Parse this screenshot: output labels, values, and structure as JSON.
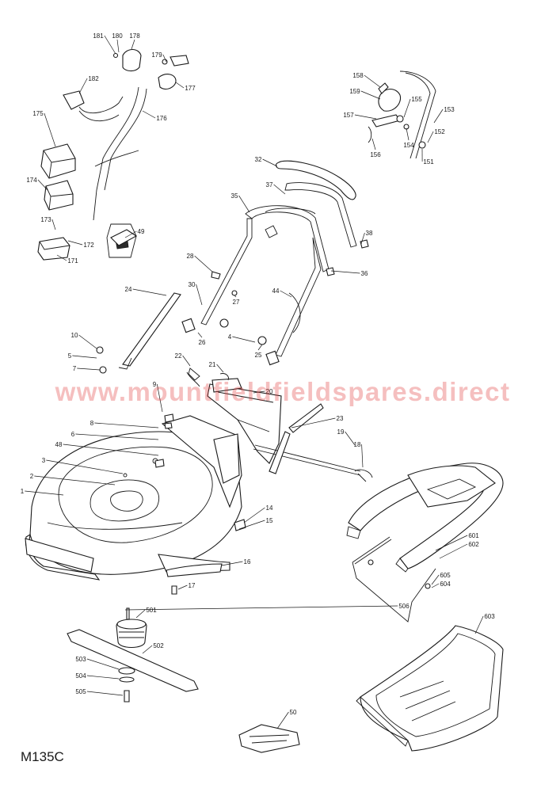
{
  "watermark": "www.mountfieldfieldspares.direct",
  "model_code": "M135C",
  "colors": {
    "watermark": "#e23a3a",
    "line": "#1a1a1a",
    "background": "#ffffff"
  },
  "callouts": [
    "181",
    "180",
    "178",
    "179",
    "177",
    "182",
    "176",
    "175",
    "174",
    "173",
    "172",
    "171",
    "49",
    "158",
    "159",
    "157",
    "156",
    "155",
    "154",
    "153",
    "152",
    "151",
    "32",
    "37",
    "35",
    "38",
    "36",
    "28",
    "30",
    "27",
    "24",
    "44",
    "10",
    "5",
    "26",
    "4",
    "25",
    "7",
    "22",
    "21",
    "20",
    "9",
    "8",
    "6",
    "48",
    "23",
    "19",
    "3",
    "18",
    "2",
    "1",
    "14",
    "15",
    "16",
    "17",
    "601",
    "602",
    "605",
    "604",
    "506",
    "501",
    "502",
    "503",
    "504",
    "505",
    "603",
    "50"
  ]
}
